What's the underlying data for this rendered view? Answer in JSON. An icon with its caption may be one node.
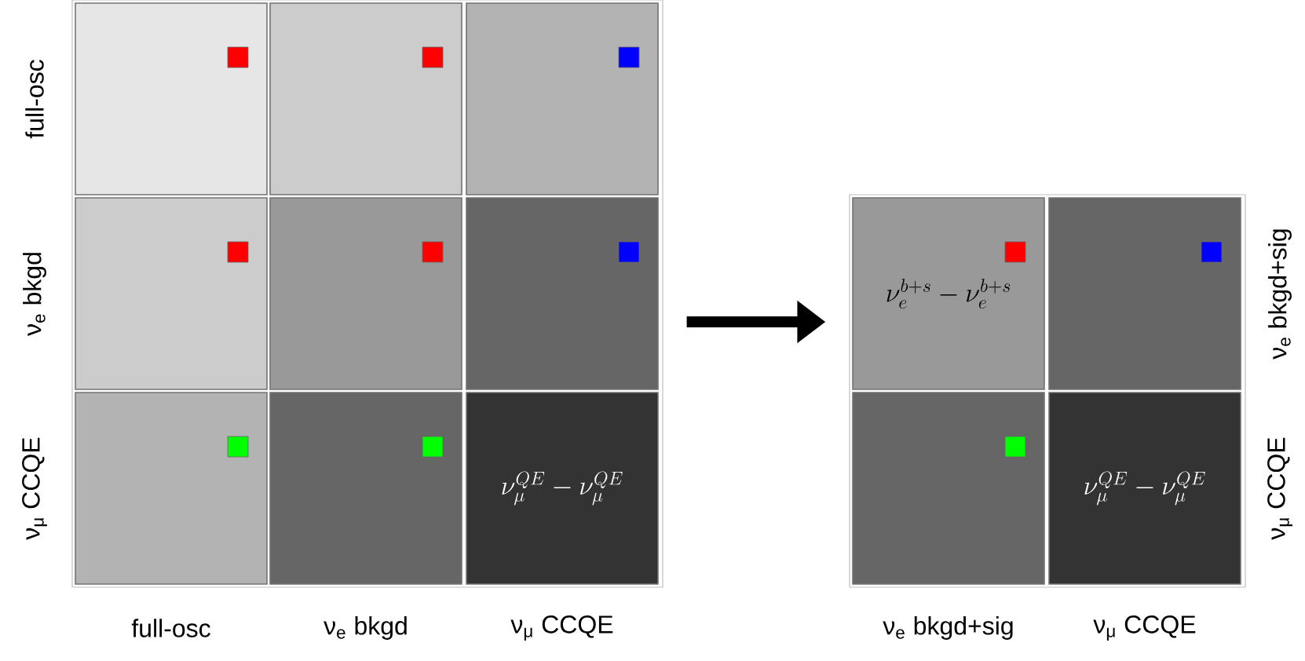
{
  "diagram": {
    "nodes": [
      {
        "text": [],
        "shape": "box"
      },
      {
        "text": [],
        "shape": "box",
        "in": 0
      },
      {
        "text": [],
        "shape": "box",
        "in": 0
      },
      {
        "text": [],
        "shape": "box",
        "in": 0
      },
      {
        "text": [],
        "shape": "box",
        "in": 0
      },
      {
        "text": [],
        "shape": "box",
        "in": 0
      },
      {
        "text": [],
        "shape": "box",
        "in": 0
      },
      {
        "text": [],
        "shape": "box",
        "in": 0
      },
      {
        "text": [],
        "shape": "box",
        "in": 0
      },
      {
        "text": [
          "\\nu_{\\mu}^{QE}-\\nu_{\\mu}^{QE}"
        ],
        "in": 0
      },
      {
        "text": [],
        "shape": "box"
      },
      {
        "text": [
          "\\nu_{e}^{b+s}-\\nu_{e}^{b+s}"
        ],
        "in": 10
      },
      {
        "text": [],
        "shape": "box",
        "in": 10
      },
      {
        "text": [],
        "shape": "box",
        "in": 10
      },
      {
        "text": [
          "\\nu_{\\mu}^{QE}-\\nu_{\\mu}^{QE}"
        ],
        "in": 10
      }
    ],
    "edges": [
      {
        "from": 0,
        "to": 10,
        "arrow": "to"
      }
    ],
    "labels": [
      "full-osc",
      "ν$_{e}$ bkgd",
      "ν$_{μ}$ CCQE",
      "full-osc",
      "ν$_{e}$ bkgd",
      "ν$_{μ}$ CCQE",
      "ν$_{e}$ bkgd+sig",
      "ν$_{μ}$ CCQE",
      "ν$_{e}$ bkgd+sig",
      "ν$_{μ}$ CCQE"
    ]
  }
}
